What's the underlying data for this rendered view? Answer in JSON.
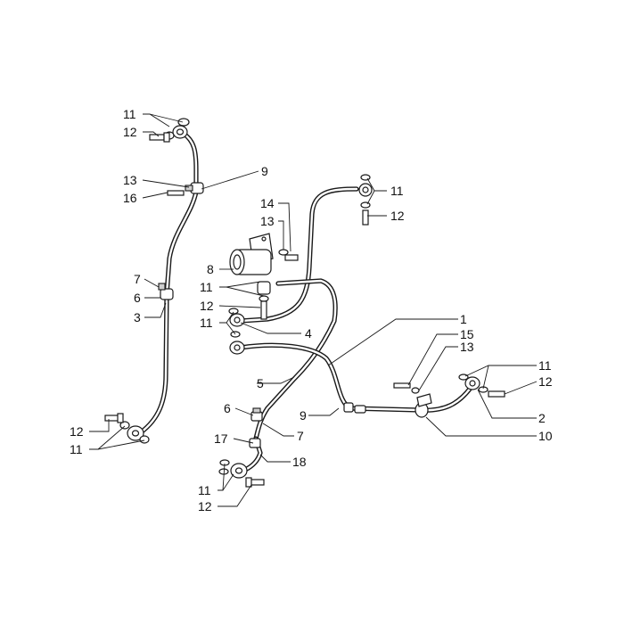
{
  "labels": [
    {
      "id": "l-11-a",
      "text": "11"
    },
    {
      "id": "l-12-a",
      "text": "12"
    },
    {
      "id": "l-9-a",
      "text": "9"
    },
    {
      "id": "l-13-a",
      "text": "13"
    },
    {
      "id": "l-16",
      "text": "16"
    },
    {
      "id": "l-7-a",
      "text": "7"
    },
    {
      "id": "l-6-a",
      "text": "6"
    },
    {
      "id": "l-3",
      "text": "3"
    },
    {
      "id": "l-12-b",
      "text": "12"
    },
    {
      "id": "l-11-b",
      "text": "11"
    },
    {
      "id": "l-14",
      "text": "14"
    },
    {
      "id": "l-13-b",
      "text": "13"
    },
    {
      "id": "l-8",
      "text": "8"
    },
    {
      "id": "l-11-c",
      "text": "11"
    },
    {
      "id": "l-12-c",
      "text": "12"
    },
    {
      "id": "l-11-d",
      "text": "11"
    },
    {
      "id": "l-4",
      "text": "4"
    },
    {
      "id": "l-11-e",
      "text": "11"
    },
    {
      "id": "l-12-d",
      "text": "12"
    },
    {
      "id": "l-1",
      "text": "1"
    },
    {
      "id": "l-15",
      "text": "15"
    },
    {
      "id": "l-13-c",
      "text": "13"
    },
    {
      "id": "l-11-f",
      "text": "11"
    },
    {
      "id": "l-12-e",
      "text": "12"
    },
    {
      "id": "l-2",
      "text": "2"
    },
    {
      "id": "l-10",
      "text": "10"
    },
    {
      "id": "l-5",
      "text": "5"
    },
    {
      "id": "l-6-b",
      "text": "6"
    },
    {
      "id": "l-9-b",
      "text": "9"
    },
    {
      "id": "l-7-b",
      "text": "7"
    },
    {
      "id": "l-17",
      "text": "17"
    },
    {
      "id": "l-18",
      "text": "18"
    },
    {
      "id": "l-11-g",
      "text": "11"
    },
    {
      "id": "l-12-f",
      "text": "12"
    }
  ]
}
